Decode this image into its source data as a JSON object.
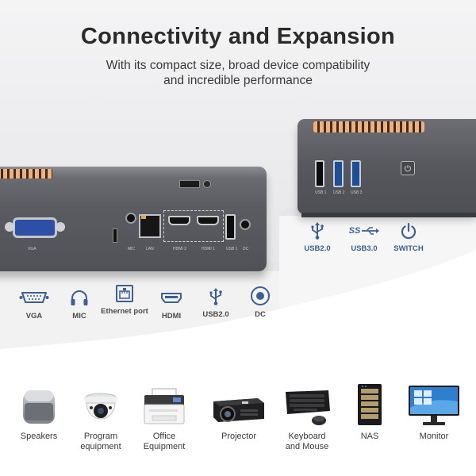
{
  "header": {
    "title": "Connectivity and Expansion",
    "subtitle": "With its compact size, broad device compatibility and incredible performance"
  },
  "left_ports": [
    {
      "label": "VGA",
      "icon": "vga-port-icon"
    },
    {
      "label": "MIC",
      "icon": "headphone-icon"
    },
    {
      "label": "Ethernet port",
      "icon": "ethernet-icon"
    },
    {
      "label": "HDMI",
      "icon": "hdmi-icon"
    },
    {
      "label": "USB2.0",
      "icon": "usb-icon"
    },
    {
      "label": "DC",
      "icon": "dc-power-icon"
    }
  ],
  "right_ports": [
    {
      "label": "USB2.0",
      "icon": "usb-icon"
    },
    {
      "label": "USB3.0",
      "icon": "usb-ss-icon",
      "logo_text": "SS"
    },
    {
      "label": "SWITCH",
      "icon": "power-icon"
    }
  ],
  "device_port_labels": {
    "vga": "VGA",
    "mic": "MIC",
    "lan": "LAN",
    "hdmi2": "HDMI 2",
    "hdmi1": "HDMI 1",
    "usb1": "USB 1",
    "dc": "DC",
    "rusb1": "USB 1",
    "rusb2": "USB 2",
    "rusb3": "USB 3"
  },
  "compatible_devices": [
    {
      "label": "Speakers",
      "icon": "speaker-icon"
    },
    {
      "label": "Program\nequipment",
      "icon": "security-camera-icon"
    },
    {
      "label": "Office\nEquipment",
      "icon": "printer-icon"
    },
    {
      "label": "Projector",
      "icon": "projector-icon"
    },
    {
      "label": "Keyboard\nand Mouse",
      "icon": "keyboard-mouse-icon"
    },
    {
      "label": "NAS",
      "icon": "nas-icon"
    },
    {
      "label": "Monitor",
      "icon": "monitor-icon"
    }
  ],
  "colors": {
    "accent": "#3c5f96",
    "title": "#2b2b2b",
    "device_body": "#5a5c61",
    "vent": "#f0b07a"
  }
}
